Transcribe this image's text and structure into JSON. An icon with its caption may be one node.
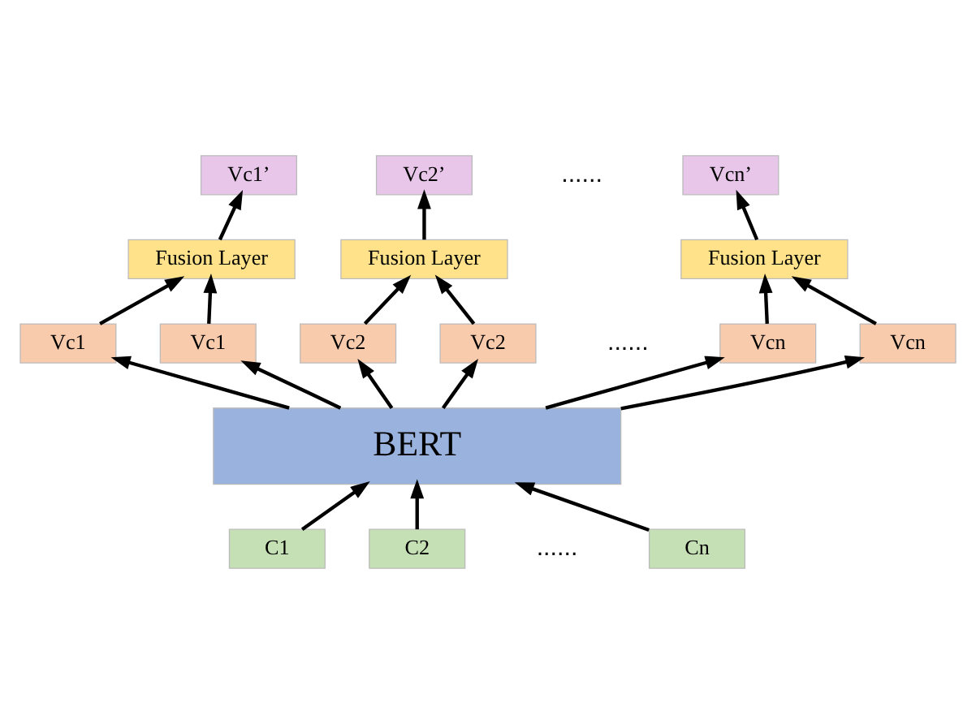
{
  "diagram": {
    "nodes": [
      {
        "text": [
          "Vc1’"
        ]
      },
      {
        "text": [
          "Fusion Layer"
        ]
      },
      {
        "text": [
          "Vc1"
        ]
      },
      {
        "text": [
          "Vc1"
        ]
      },
      {
        "text": [
          "Vc2’"
        ]
      },
      {
        "text": [
          "Fusion Layer"
        ]
      },
      {
        "text": [
          "Vc2"
        ]
      },
      {
        "text": [
          "Vc2"
        ]
      },
      {
        "text": [
          "Vcn’"
        ]
      },
      {
        "text": [
          "Fusion Layer"
        ]
      },
      {
        "text": [
          "Vcn"
        ]
      },
      {
        "text": [
          "Vcn"
        ]
      },
      {
        "text": [
          "BERT"
        ]
      },
      {
        "text": [
          "C1"
        ]
      },
      {
        "text": [
          "C2"
        ]
      },
      {
        "text": [
          "Cn"
        ]
      }
    ],
    "edges": [
      {
        "from": 2,
        "to": 1,
        "arrow": "to"
      },
      {
        "from": 3,
        "to": 1,
        "arrow": "to"
      },
      {
        "from": 1,
        "to": 0,
        "arrow": "to"
      },
      {
        "from": 6,
        "to": 5,
        "arrow": "to"
      },
      {
        "from": 7,
        "to": 5,
        "arrow": "to"
      },
      {
        "from": 5,
        "to": 4,
        "arrow": "to"
      },
      {
        "from": 10,
        "to": 9,
        "arrow": "to"
      },
      {
        "from": 11,
        "to": 9,
        "arrow": "to"
      },
      {
        "from": 9,
        "to": 8,
        "arrow": "to"
      },
      {
        "from": 12,
        "to": 2,
        "arrow": "to"
      },
      {
        "from": 12,
        "to": 3,
        "arrow": "to"
      },
      {
        "from": 12,
        "to": 6,
        "arrow": "to"
      },
      {
        "from": 12,
        "to": 7,
        "arrow": "to"
      },
      {
        "from": 12,
        "to": 10,
        "arrow": "to"
      },
      {
        "from": 12,
        "to": 11,
        "arrow": "to"
      },
      {
        "from": 13,
        "to": 12,
        "arrow": "to"
      },
      {
        "from": 14,
        "to": 12,
        "arrow": "to"
      },
      {
        "from": 15,
        "to": 12,
        "arrow": "to"
      }
    ],
    "labels": [
      "......",
      "......",
      "......"
    ]
  }
}
